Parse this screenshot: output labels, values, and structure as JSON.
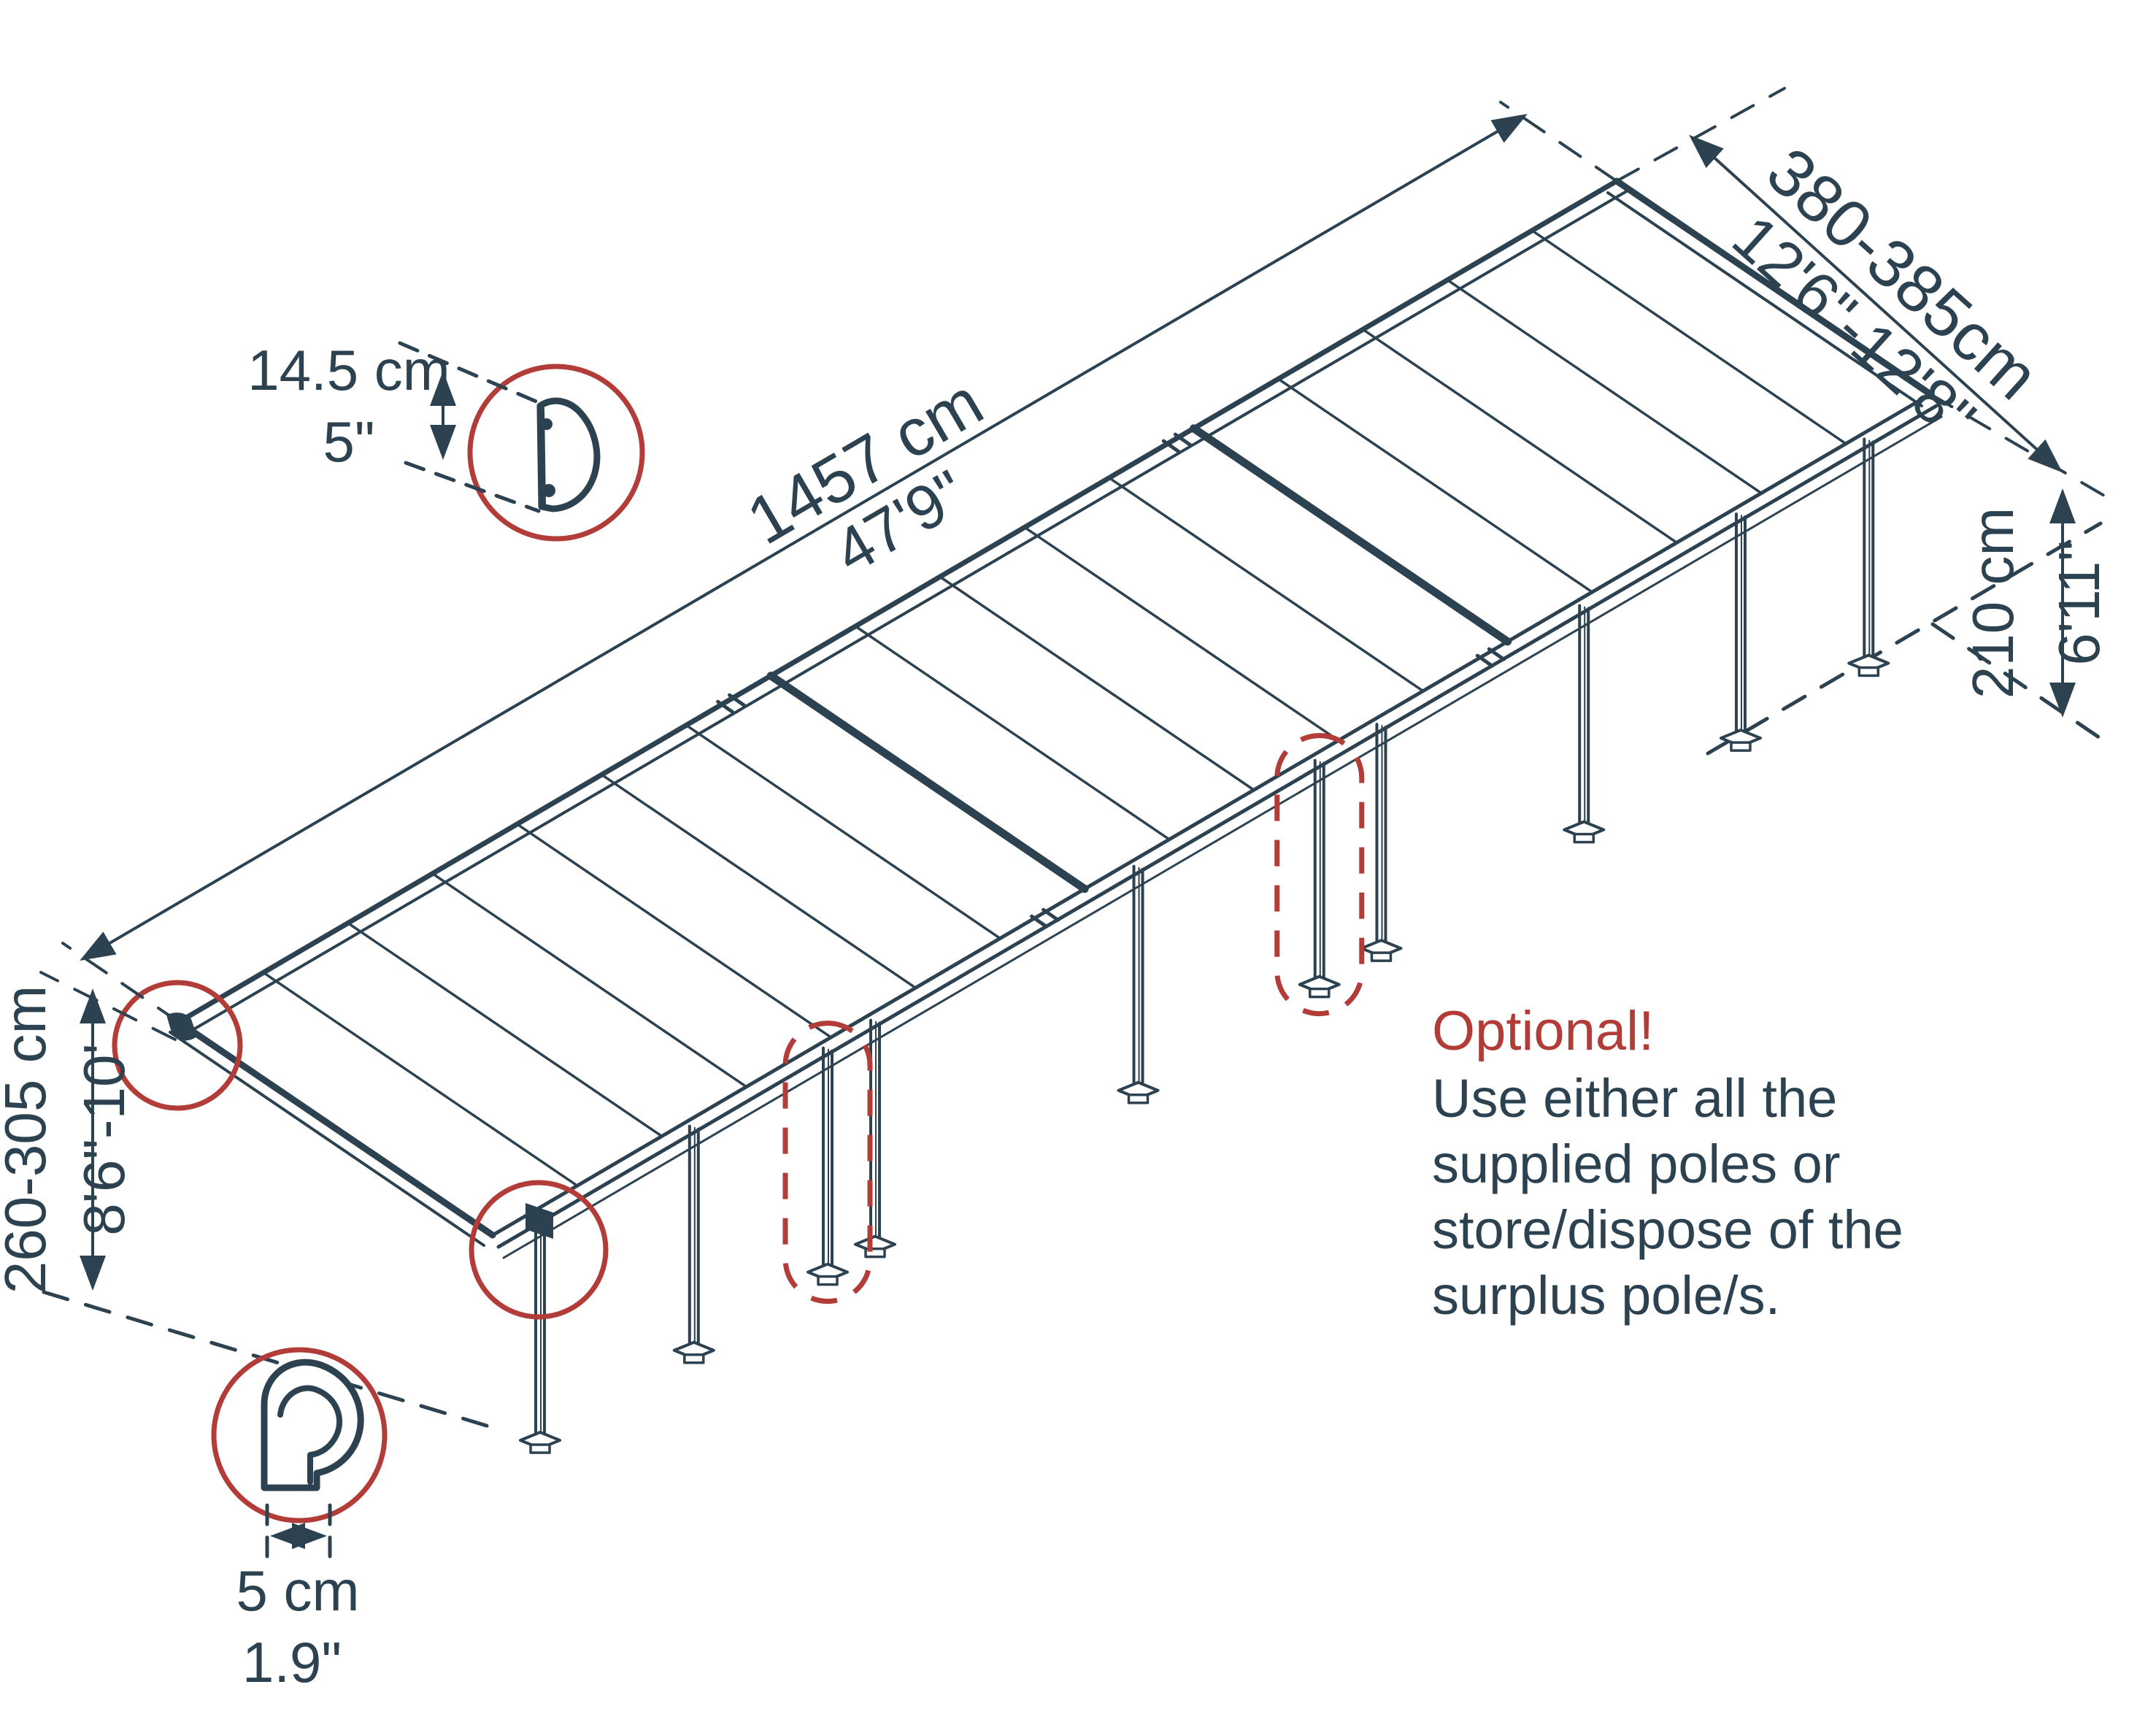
{
  "diagram": {
    "kind": "patio-cover-pergola-dimension-drawing",
    "units_shown": [
      "cm",
      "feet-inches"
    ]
  },
  "dimensions": {
    "length": {
      "metric": "1457 cm",
      "imperial": "47'9\""
    },
    "width": {
      "metric": "380-385cm",
      "imperial": "12'6\"-12'8\""
    },
    "front_height": {
      "metric": "210 cm",
      "imperial": "6'11\""
    },
    "back_height": {
      "metric": "260-305 cm",
      "imperial": "8'6\"-10'"
    },
    "profile_detail": {
      "metric": "14.5 cm",
      "imperial": "5\""
    },
    "pole_detail": {
      "metric": "5 cm",
      "imperial": "1.9\""
    }
  },
  "note": {
    "title": "Optional!",
    "lines": [
      "Use either all the",
      "supplied poles or",
      "store/dispose of the",
      "surplus pole/s."
    ]
  },
  "details": {
    "profile_detail_icon": "gutter-profile-cross-section",
    "pole_detail_icon": "pole-cross-section"
  },
  "structure": {
    "roof_panels": 17,
    "thick_divider_indices": [
      7,
      12
    ],
    "pole_positions": [
      0.033,
      0.14,
      0.266,
      0.449,
      0.618,
      0.759,
      0.868,
      0.957
    ],
    "optional_pole_positions": [
      0.233,
      0.575
    ],
    "beam_joint_positions": [
      0.38,
      0.69
    ]
  },
  "colors": {
    "ink": "#2c4251",
    "accent": "#b23c38",
    "background": "#ffffff"
  }
}
